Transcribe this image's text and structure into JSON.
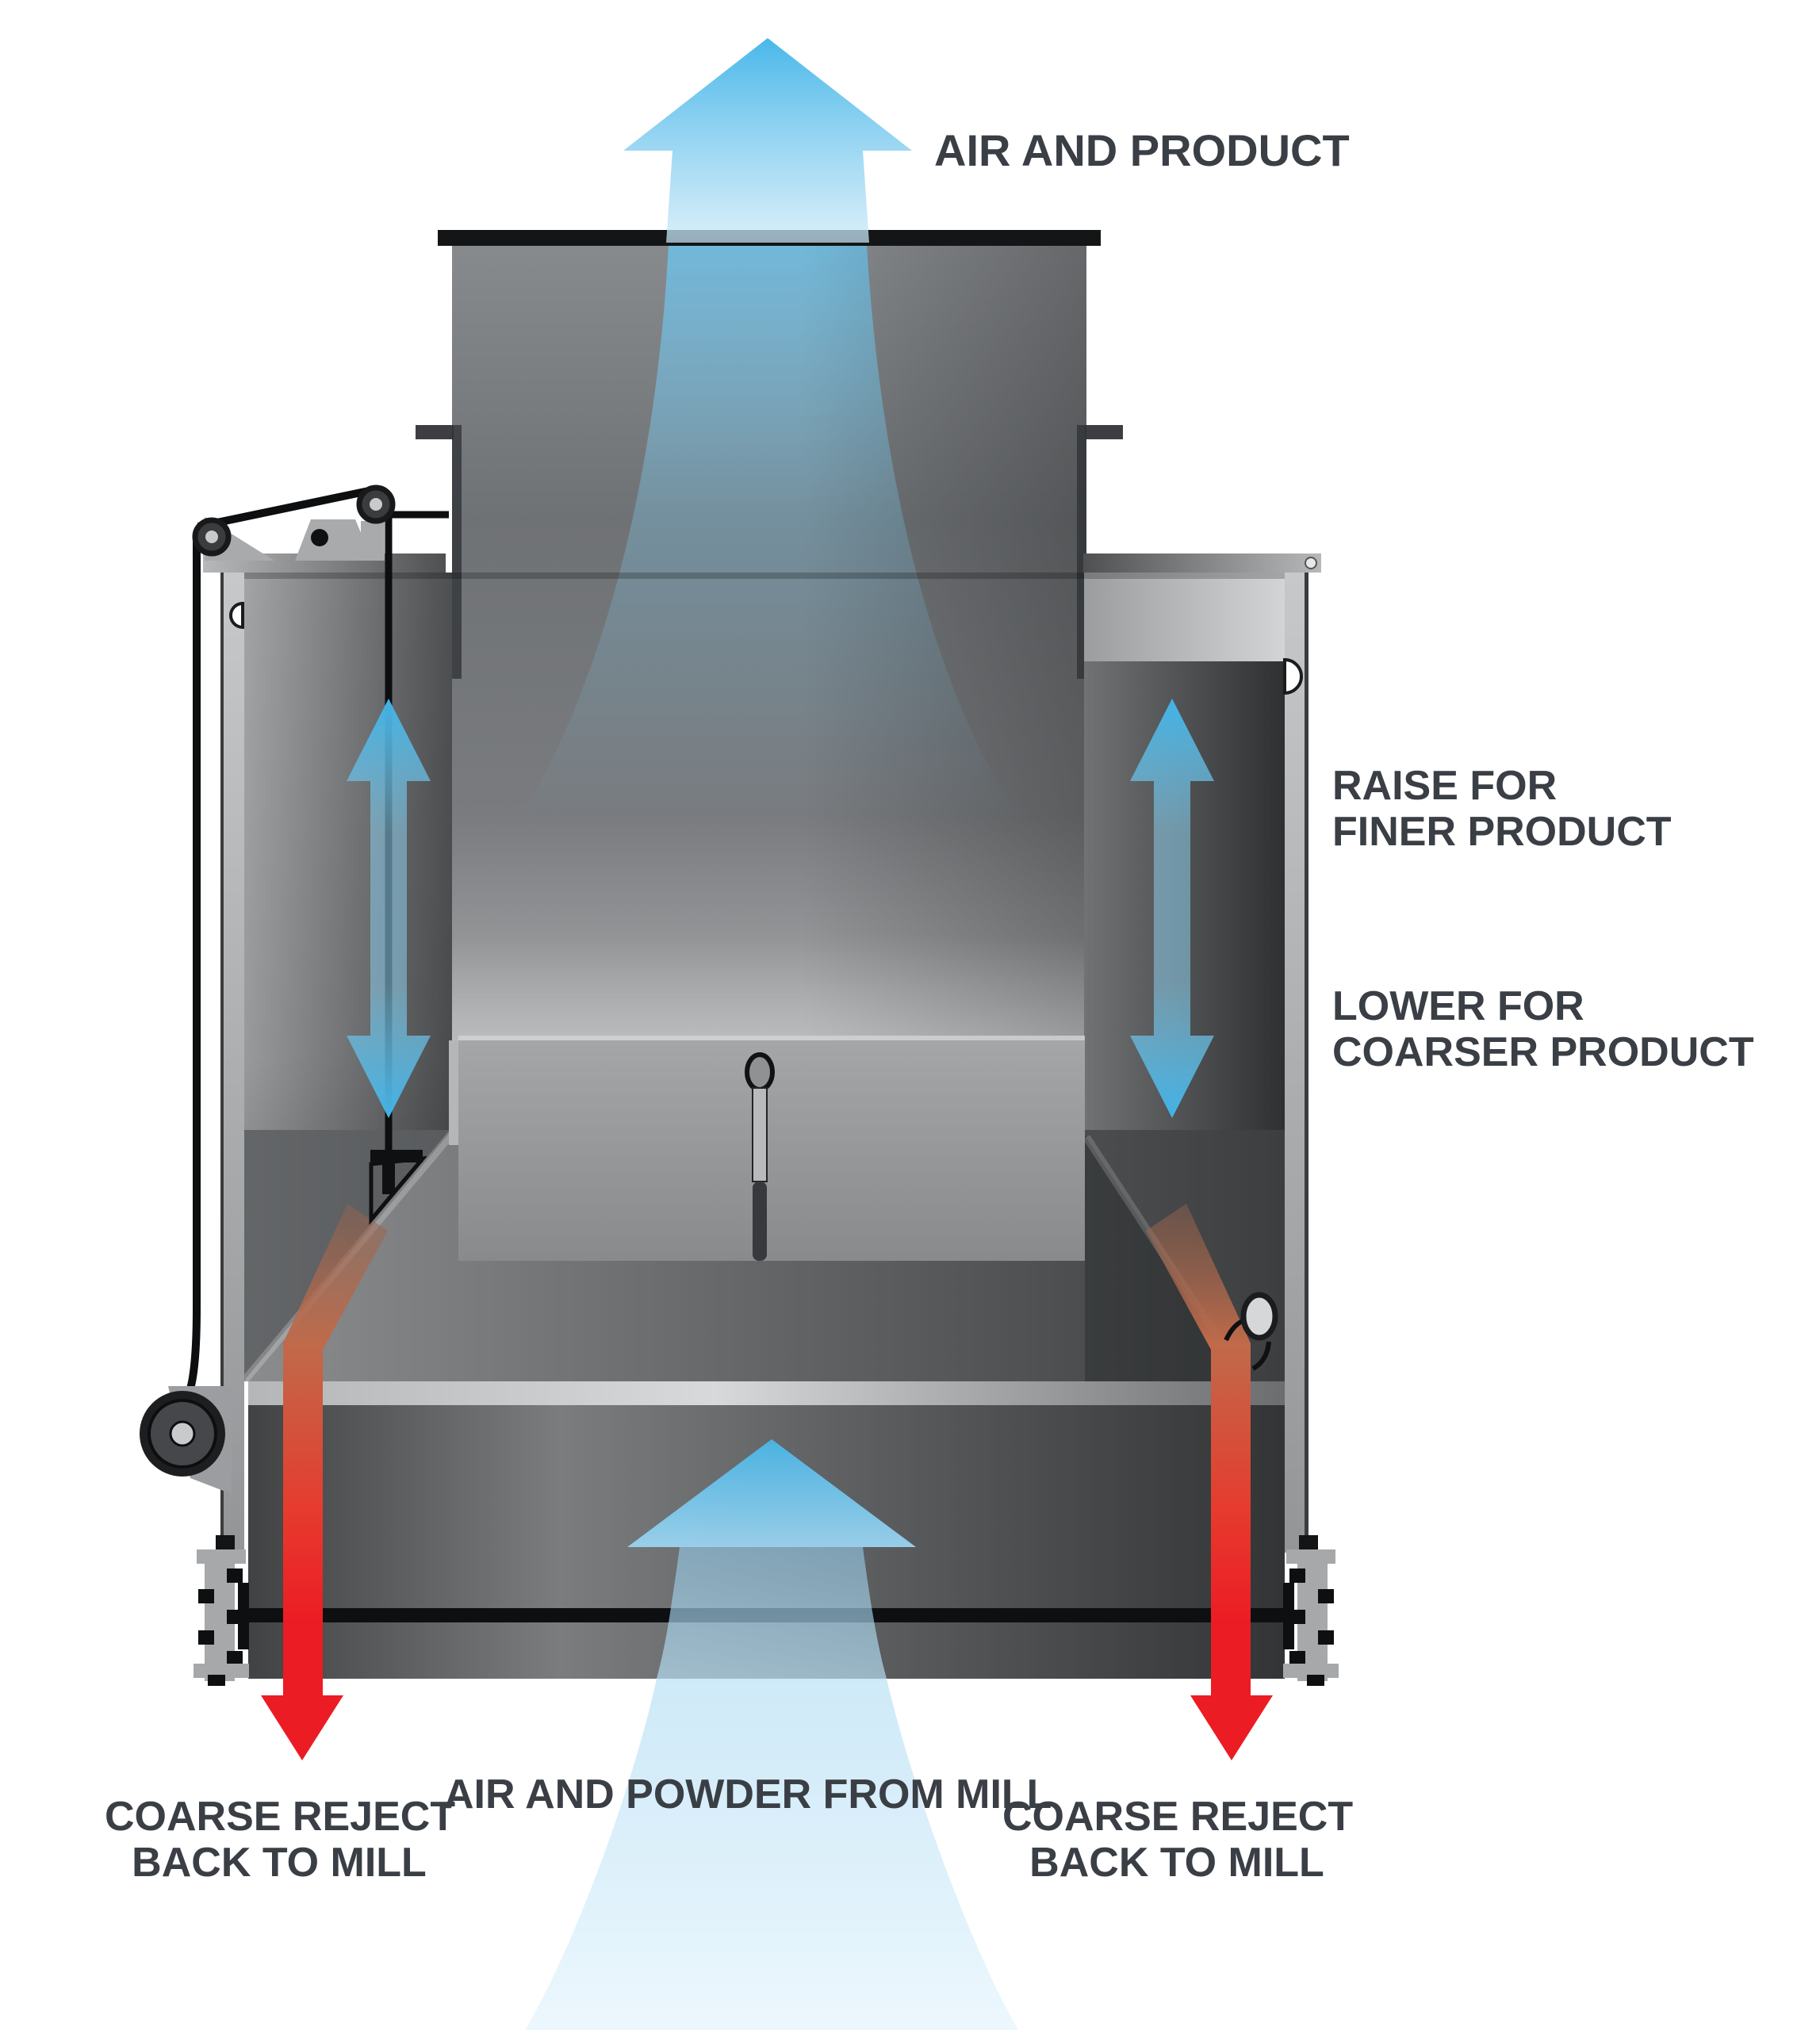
{
  "title": {
    "label": "AIR AND PRODUCT"
  },
  "annotations": {
    "raise": {
      "line1": "RAISE FOR",
      "line2": "FINER PRODUCT"
    },
    "lower": {
      "line1": "LOWER FOR",
      "line2": "COARSER PRODUCT"
    },
    "reject_left": {
      "line1": "COARSE REJECT",
      "line2": "BACK TO MILL"
    },
    "feed": {
      "label": "AIR AND POWDER FROM MILL"
    },
    "reject_right": {
      "line1": "COARSE REJECT",
      "line2": "BACK TO MILL"
    }
  },
  "flows": [
    {
      "name": "air-and-product",
      "direction": "up",
      "color": "blue"
    },
    {
      "name": "air-and-powder-feed",
      "direction": "up",
      "color": "blue"
    },
    {
      "name": "adjust-cone-left",
      "direction": "up-down",
      "color": "blue"
    },
    {
      "name": "adjust-cone-right",
      "direction": "up-down",
      "color": "blue"
    },
    {
      "name": "coarse-reject-left",
      "direction": "down",
      "color": "red"
    },
    {
      "name": "coarse-reject-right",
      "direction": "down",
      "color": "red"
    }
  ],
  "colors": {
    "flow_blue": "#45B6E8",
    "reject_red": "#EC1C24",
    "label_text": "#3A3E45",
    "machine_dark": "#3C3E40",
    "machine_light": "#C9CBCD"
  }
}
